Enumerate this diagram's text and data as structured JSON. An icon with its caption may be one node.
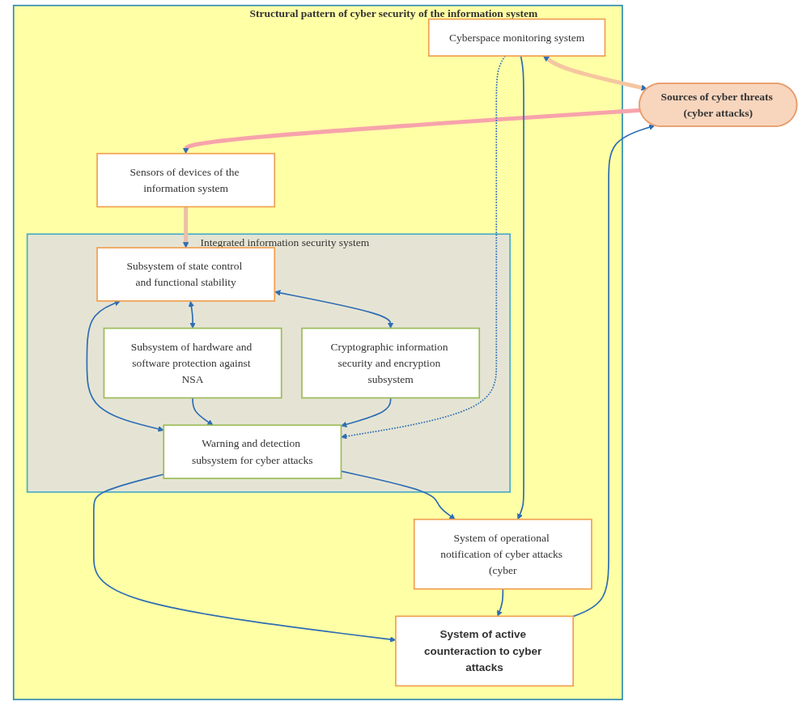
{
  "diagram": {
    "nodes": [
      {
        "text": [
          "Sources of cyber threats (cyber attacks)"
        ]
      },
      {
        "text": [
          "Structural pattern of cyber security of the information system"
        ]
      },
      {
        "text": [
          "Sensors of devices of the information system"
        ],
        "in": 1
      },
      {
        "text": [
          "Integrated information security system"
        ],
        "in": 1
      },
      {
        "text": [
          "Subsystem of state control and functional stability"
        ],
        "in": 3
      },
      {
        "text": [
          "Warning and detection subsystem for cyber attacks"
        ],
        "in": 3
      },
      {
        "text": [
          "Subsystem of hardware and software protection against NSA"
        ],
        "in": 3
      },
      {
        "text": [
          "Cryptographic information security and encryption subsystem"
        ],
        "in": 3
      },
      {
        "text": [
          "Cyberspace monitoring system"
        ],
        "in": 1
      },
      {
        "text": [
          "System of operational notification of cyber attacks (cyber"
        ],
        "in": 1
      },
      {
        "text": [
          "System of active counteraction to cyber attacks"
        ],
        "in": 1
      }
    ],
    "edges": [
      {
        "from": 0,
        "to": 2,
        "arrow": "to",
        "style": "thick",
        "color": "#f7a3ab"
      },
      {
        "from": 2,
        "to": 4,
        "arrow": "to",
        "style": "thick",
        "color": "#e9c0a8"
      },
      {
        "from": 4,
        "to": 5,
        "arrow": "both"
      },
      {
        "from": 4,
        "to": 6,
        "arrow": "both"
      },
      {
        "from": 4,
        "to": 7,
        "arrow": "both"
      },
      {
        "from": 5,
        "to": 10,
        "arrow": "to"
      },
      {
        "from": 5,
        "to": 9,
        "arrow": "to"
      },
      {
        "from": 6,
        "to": 5,
        "arrow": "to"
      },
      {
        "from": 7,
        "to": 5,
        "arrow": "to"
      },
      {
        "from": 8,
        "to": 5,
        "arrow": "to",
        "style": "dashed"
      },
      {
        "from": 8,
        "to": 0,
        "arrow": "both",
        "style": "thick",
        "color": "#f5c6a0"
      },
      {
        "from": 8,
        "to": 9,
        "arrow": "to"
      },
      {
        "from": 9,
        "to": 10,
        "arrow": "to"
      },
      {
        "from": 10,
        "to": 0,
        "arrow": "to"
      }
    ]
  }
}
